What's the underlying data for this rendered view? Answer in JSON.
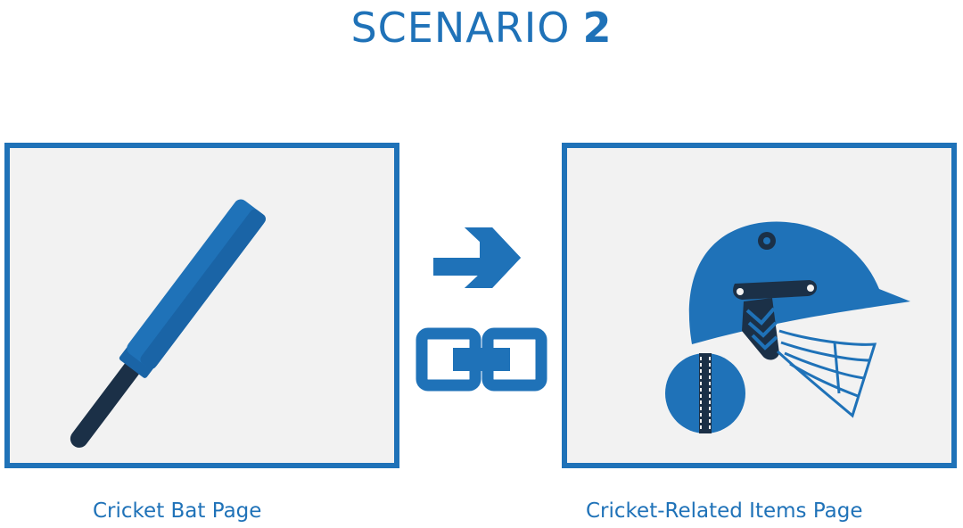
{
  "title": {
    "prefix": "SCENARIO",
    "number": "2"
  },
  "pages": [
    {
      "caption": "Cricket Bat Page",
      "icon": "cricket-bat-icon"
    },
    {
      "caption": "Cricket-Related Items Page",
      "icon": "cricket-helmet-icon"
    }
  ],
  "connector": {
    "arrow_icon": "arrow-right-icon",
    "link_icon": "chain-link-icon"
  },
  "colors": {
    "primary": "#1f72b8",
    "dark": "#1b3047",
    "panel_bg": "#f2f2f2"
  }
}
